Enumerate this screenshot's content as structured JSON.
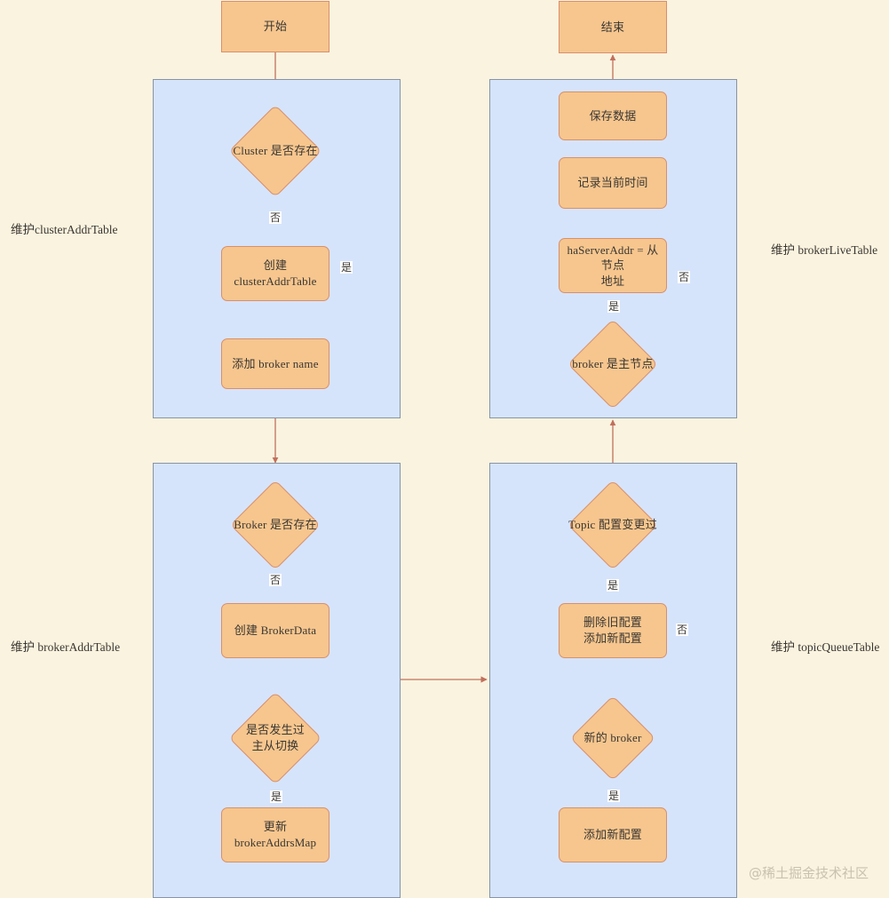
{
  "page": {
    "background_color": "#faf3df",
    "panel_fill": "#d6e4fb",
    "panel_border": "#8794a8",
    "node_fill": "#f6c68e",
    "node_border": "#d98f6b",
    "edge_color": "#c0705c",
    "text_color": "#3a3632"
  },
  "terminals": {
    "start": "开始",
    "end": "结束"
  },
  "panels": [
    {
      "id": "cluster-addr-table",
      "side_label": "维护clusterAddrTable"
    },
    {
      "id": "broker-live-table",
      "side_label": "维护 brokerLiveTable"
    },
    {
      "id": "broker-addr-table",
      "side_label": "维护 brokerAddrTable"
    },
    {
      "id": "topic-queue-table",
      "side_label": "维护 topicQueueTable"
    }
  ],
  "nodes": {
    "cluster_exists": "Cluster 是否存在",
    "create_cluster_addr_table": "创建 clusterAddrTable",
    "add_broker_name": "添加 broker name",
    "broker_exists": "Broker 是否存在",
    "create_broker_data": "创建 BrokerData",
    "master_slave_switched_line1": "是否发生过",
    "master_slave_switched_line2": "主从切换",
    "update_broker_addrs_map": "更新 brokerAddrsMap",
    "save_data": "保存数据",
    "record_current_time": "记录当前时间",
    "ha_server_addr_line1": "haServerAddr = 从节点",
    "ha_server_addr_line2": "地址",
    "broker_is_master": "broker 是主节点",
    "topic_config_changed": "Topic 配置变更过",
    "remove_old_add_new_line1": "删除旧配置",
    "remove_old_add_new_line2": "添加新配置",
    "new_broker": "新的 broker",
    "add_new_config": "添加新配置"
  },
  "edge_labels": {
    "cluster_exists_no": "否",
    "cluster_exists_yes": "是",
    "broker_exists_no": "否",
    "master_slave_switched_yes": "是",
    "broker_is_master_yes": "是",
    "broker_is_master_no": "否",
    "topic_config_changed_yes": "是",
    "topic_config_changed_no": "否",
    "new_broker_yes": "是"
  },
  "watermark": "@稀土掘金技术社区"
}
